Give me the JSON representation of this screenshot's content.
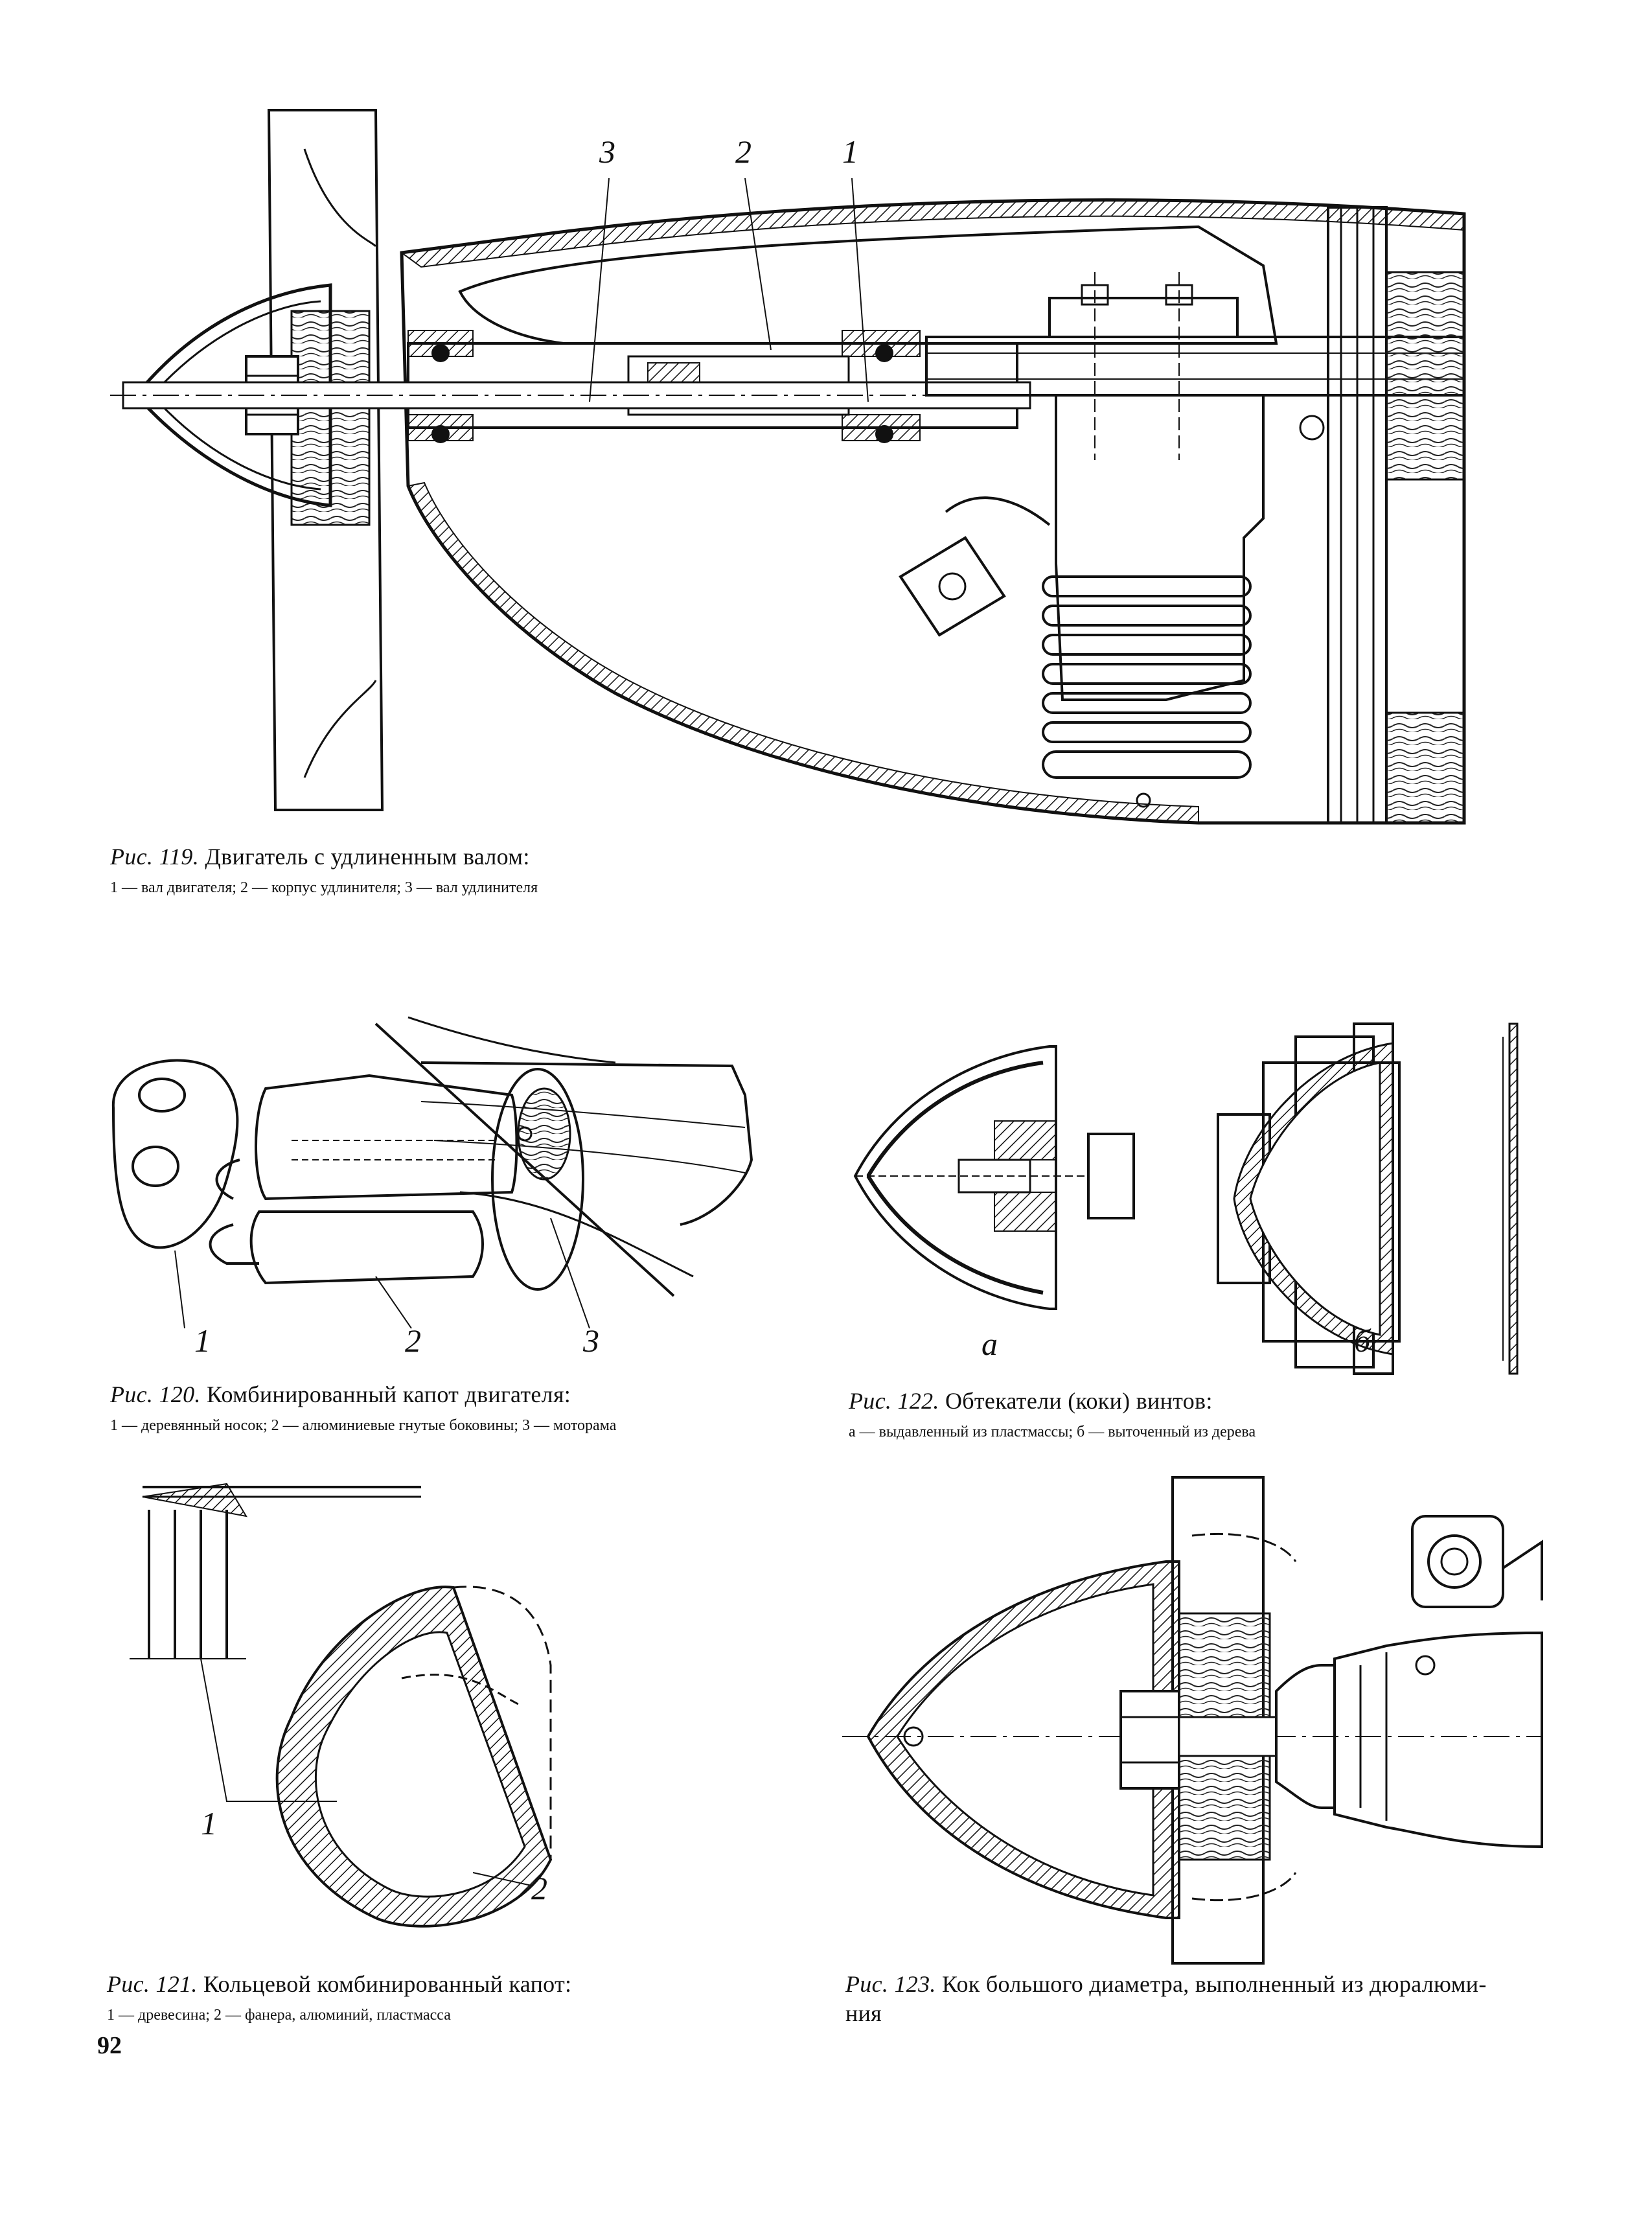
{
  "page_number": "92",
  "fig119": {
    "label": "Рис. 119.",
    "title": "Двигатель с удлиненным валом:",
    "legend": "1 — вал двигателя; 2 — корпус удлинителя; 3 — вал удлинителя",
    "callouts": [
      "3",
      "2",
      "1"
    ]
  },
  "fig120": {
    "label": "Рис. 120.",
    "title": "Комбинированный капот двигателя:",
    "legend": "1 — деревянный носок; 2 — алюминиевые гнутые боковины; 3 — моторама",
    "callouts": [
      "1",
      "2",
      "3"
    ]
  },
  "fig122": {
    "label": "Рис. 122.",
    "title": "Обтекатели (коки) винтов:",
    "legend": "а — выдавленный из пластмассы; б — выточенный из дерева",
    "callouts": [
      "а",
      "б"
    ]
  },
  "fig121": {
    "label": "Рис. 121.",
    "title": "Кольцевой комбинированный капот:",
    "legend": "1 — древесина; 2 — фанера, алюминий, пластмасса",
    "callouts": [
      "1",
      "2"
    ]
  },
  "fig123": {
    "label": "Рис. 123.",
    "title": "Кок большого диаметра, выполненный из дюралюми-",
    "title_line2": "ния"
  }
}
